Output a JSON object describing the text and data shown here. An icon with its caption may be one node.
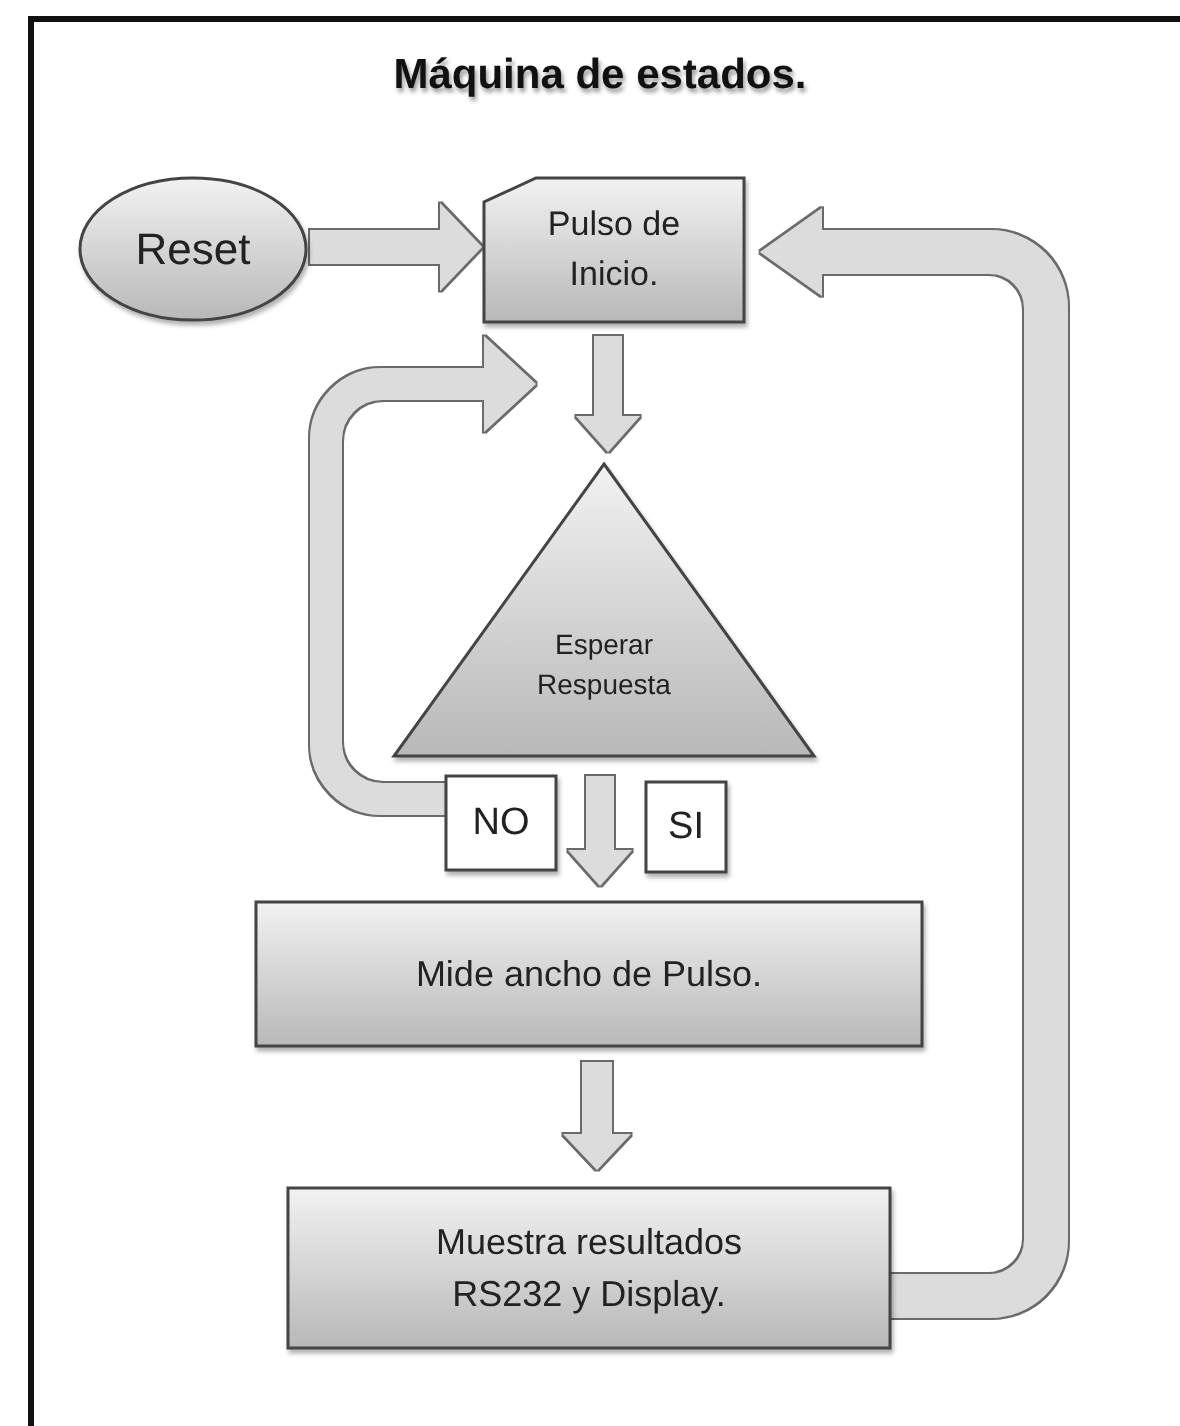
{
  "diagram": {
    "title": "Máquina de estados.",
    "nodes": [
      {
        "text": [
          "Reset"
        ]
      },
      {
        "text": [
          "Pulso de Inicio."
        ]
      },
      {
        "text": [
          "Esperar Respuesta"
        ]
      },
      {
        "text": [
          "NO"
        ]
      },
      {
        "text": [
          "SI"
        ]
      },
      {
        "text": [
          "Mide ancho de Pulso."
        ]
      },
      {
        "text": [
          "Muestra resultados RS232 y Display."
        ]
      }
    ],
    "edges": [
      {
        "from": 0,
        "to": 1,
        "arrow": "to"
      },
      {
        "from": 1,
        "to": 2,
        "arrow": "to"
      },
      {
        "from": 3,
        "to": 1,
        "arrow": "to"
      },
      {
        "from": 2,
        "to": 5,
        "arrow": "to"
      },
      {
        "from": 5,
        "to": 6,
        "arrow": "to"
      },
      {
        "from": 6,
        "to": 1,
        "arrow": "to"
      }
    ]
  }
}
